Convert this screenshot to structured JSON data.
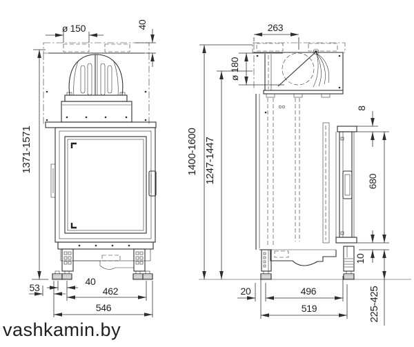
{
  "watermark": {
    "text": "vashkamin.by",
    "color": "#c5a06b"
  },
  "drawing": {
    "line_color": "#2e2e2e",
    "background": "#ffffff"
  },
  "front_view": {
    "dims": {
      "flue_diameter": "ø 150",
      "top_frame_height": "40",
      "overall_height": "1371-1571",
      "left_offset": "53",
      "foot_spacing": "40",
      "feet_span": "462",
      "overall_width": "546"
    }
  },
  "side_view": {
    "dims": {
      "flue_center_depth": "263",
      "flue_diameter": "ø 180",
      "overall_height": "1400-1600",
      "body_height": "1247-1447",
      "top_gap": "8",
      "door_height": "680",
      "bottom_gap": "10",
      "plinth_height": "225-425",
      "rear_offset": "20",
      "feet_span": "496",
      "overall_depth": "519"
    }
  }
}
